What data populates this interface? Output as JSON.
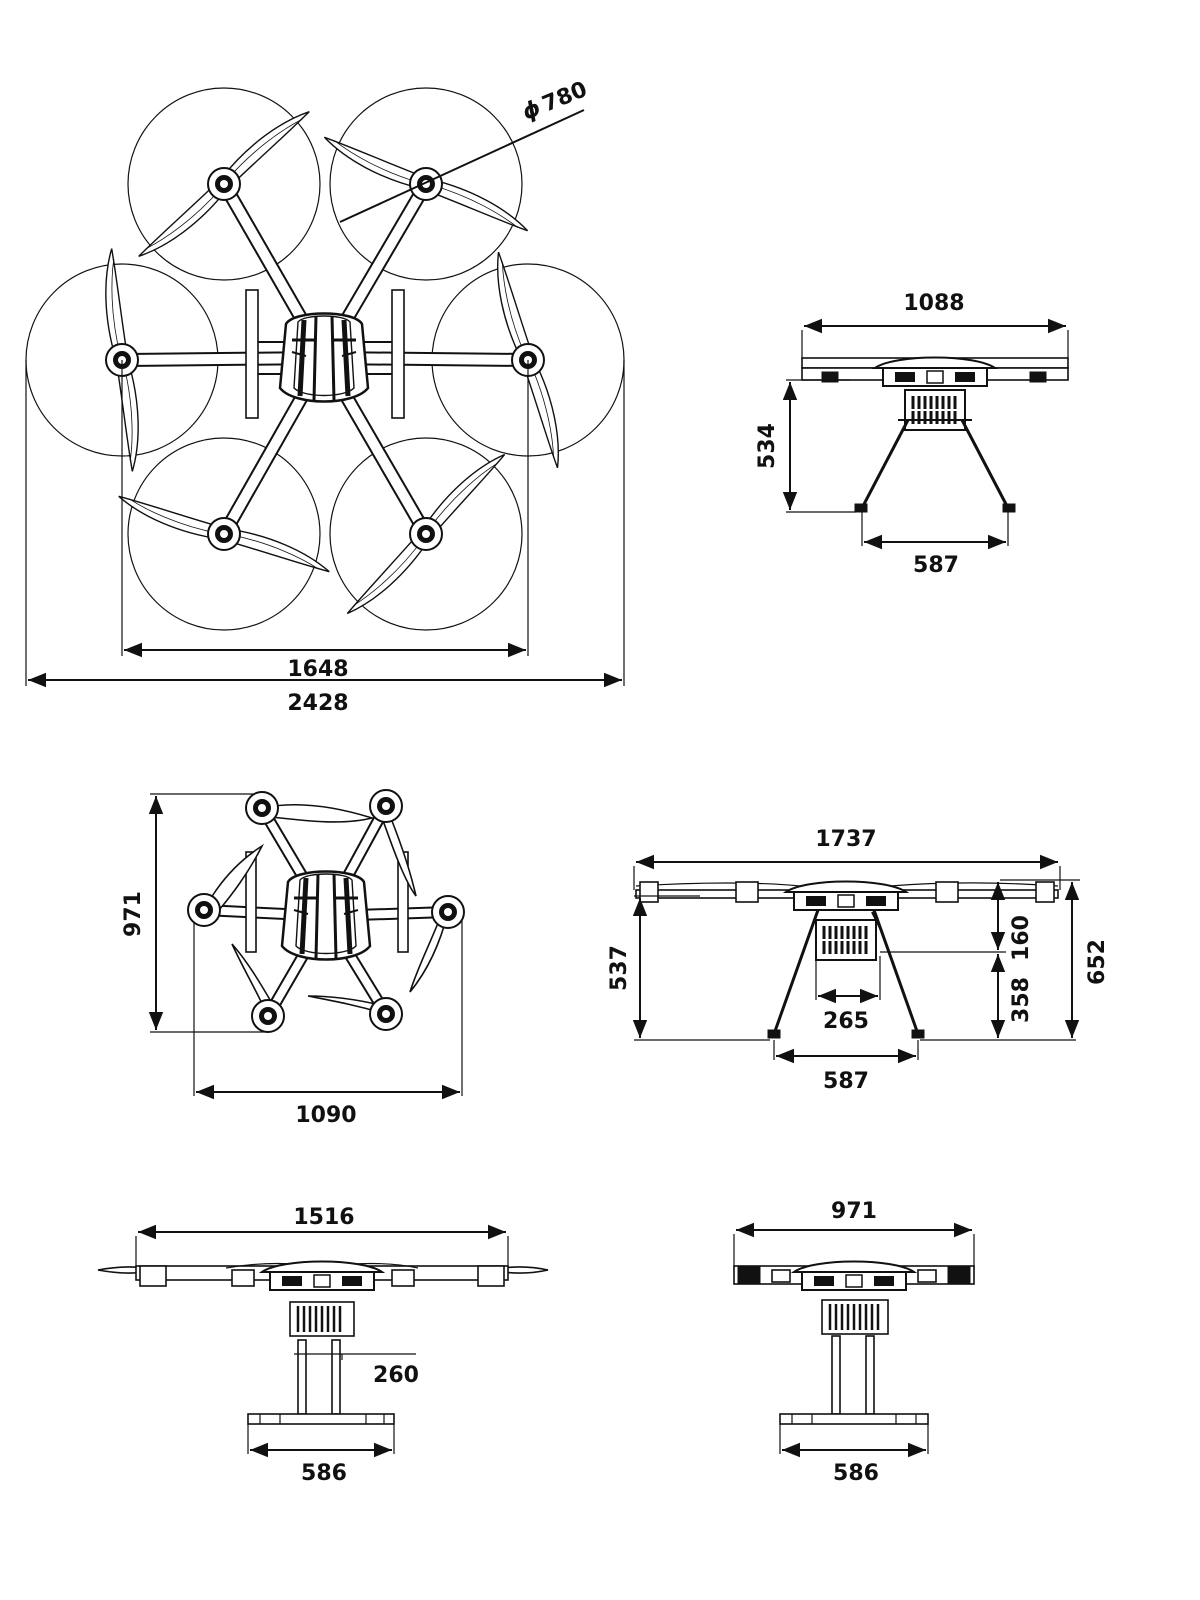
{
  "colors": {
    "ink": "#111111",
    "paper": "#ffffff"
  },
  "top_view": {
    "rotor_diameter": "780",
    "inner_span": "1648",
    "overall_span": "2428"
  },
  "front_view_1": {
    "width": "1088",
    "height": "534",
    "landing_gear": "587"
  },
  "folded_view": {
    "depth": "971",
    "width": "1090"
  },
  "side_view": {
    "width": "1737",
    "height_left": "537",
    "arm_height": "160",
    "leg_height": "358",
    "total_height": "652",
    "battery_width": "265",
    "landing_gear": "587"
  },
  "folded_front": {
    "width": "1516",
    "inner": "260",
    "skid": "586"
  },
  "folded_side": {
    "width": "971",
    "skid": "586"
  }
}
